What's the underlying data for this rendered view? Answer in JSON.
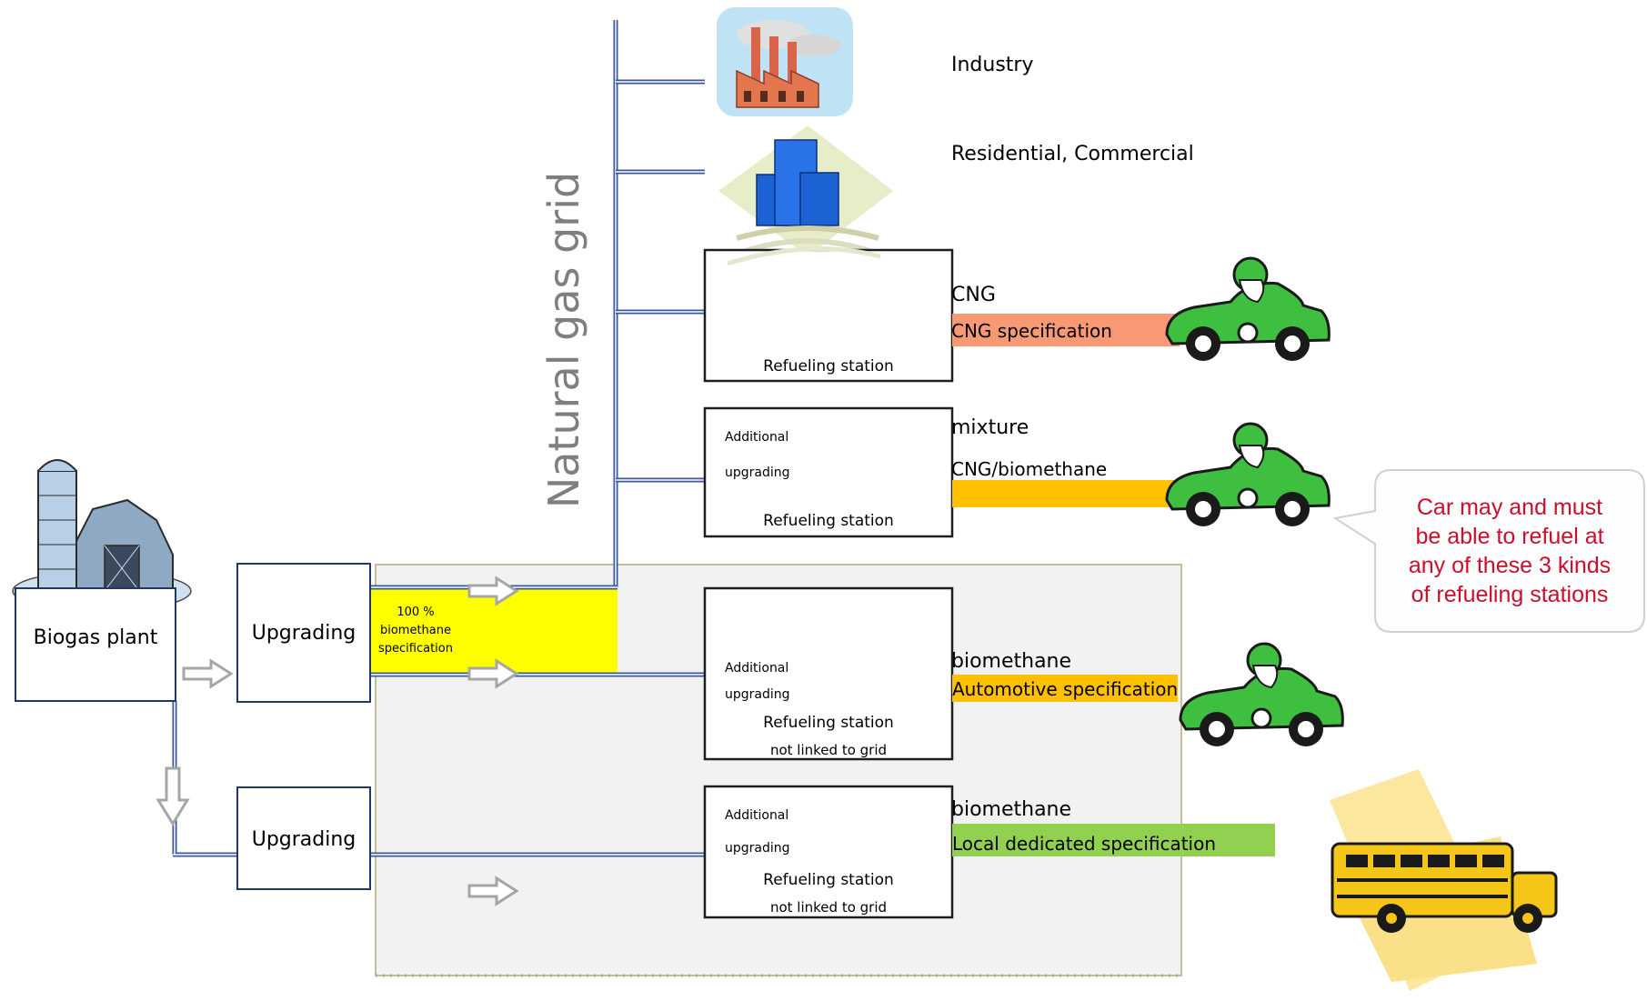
{
  "grid": {
    "label": "Natural gas grid"
  },
  "sources": {
    "biogas_plant": "Biogas plant",
    "upgrading_top": "Upgrading",
    "upgrading_bottom": "Upgrading",
    "spec_line1": "100 %",
    "spec_line2": "biomethane",
    "spec_line3": "specification"
  },
  "consumers": {
    "industry": "Industry",
    "residential": "Residential, Commercial"
  },
  "stations": [
    {
      "title": "Refueling station",
      "upgrade_1": "",
      "upgrade_2": "",
      "sub": "",
      "fuel": "CNG",
      "spec": "CNG specification",
      "spec_color": "#f79a74"
    },
    {
      "title": "Refueling station",
      "upgrade_1": "Additional",
      "upgrade_2": "upgrading",
      "sub": "",
      "fuel": "mixture",
      "spec": "CNG/biomethane",
      "spec_color": "#ffc000"
    },
    {
      "title": "Refueling station",
      "upgrade_1": "Additional",
      "upgrade_2": "upgrading",
      "sub": "not linked to grid",
      "fuel": "biomethane",
      "spec": "Automotive specification",
      "spec_color": "#ffc000"
    },
    {
      "title": "Refueling station",
      "upgrade_1": "Additional",
      "upgrade_2": "upgrading",
      "sub": "not linked to grid",
      "fuel": "biomethane",
      "spec": "Local dedicated specification",
      "spec_color": "#92d050"
    }
  ],
  "callout": {
    "line1": "Car may and must",
    "line2": "be able to refuel at",
    "line3": "any of these 3 kinds",
    "line4": "of refueling stations"
  },
  "colors": {
    "box_border": "#1f3864",
    "pipe": "#3b5998",
    "highlight": "#ffff00",
    "panel": "#f2f2f2",
    "callout_text": "#c8102e",
    "car": "#3fbf3f",
    "bus": "#f5c518"
  }
}
